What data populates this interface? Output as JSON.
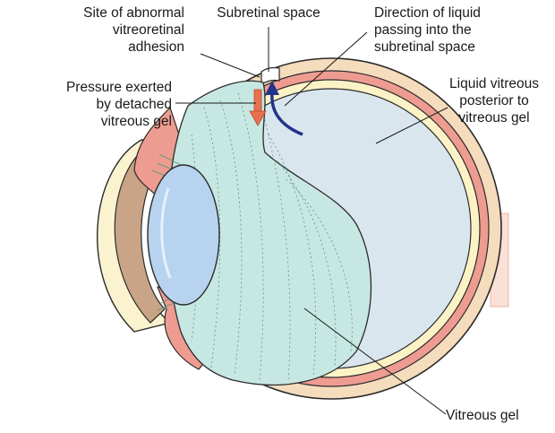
{
  "labels": {
    "abnormal_adhesion": [
      "Site of abnormal",
      "vitreoretinal",
      "adhesion"
    ],
    "subretinal_space": [
      "Subretinal space"
    ],
    "liquid_direction": [
      "Direction of liquid",
      "passing into the",
      "subretinal space"
    ],
    "pressure": [
      "Pressure exerted",
      "by detached",
      "vitreous gel"
    ],
    "liquid_vitreous": [
      "Liquid vitreous",
      "posterior to",
      "vitreous gel"
    ],
    "vitreous_gel": [
      "Vitreous gel"
    ]
  },
  "colors": {
    "sclera": "#f4dcbc",
    "choroid": "#ee9c91",
    "retina": "#fbf3c6",
    "liquid_vitreous": "#d9e6ee",
    "vitreous_gel": "#c7e7e2",
    "lens": "#b7d3ef",
    "iris": "#c9a487",
    "cornea": "#fbf3d0",
    "optic_nerve": "#fbf1c5",
    "arrow_pressure": "#e8724e",
    "arrow_liquid": "#23338b",
    "leader": "#1a1a1a"
  },
  "icons": {
    "pressure_arrow": "down-arrow-icon",
    "liquid_arrow": "curved-up-arrow-icon"
  }
}
